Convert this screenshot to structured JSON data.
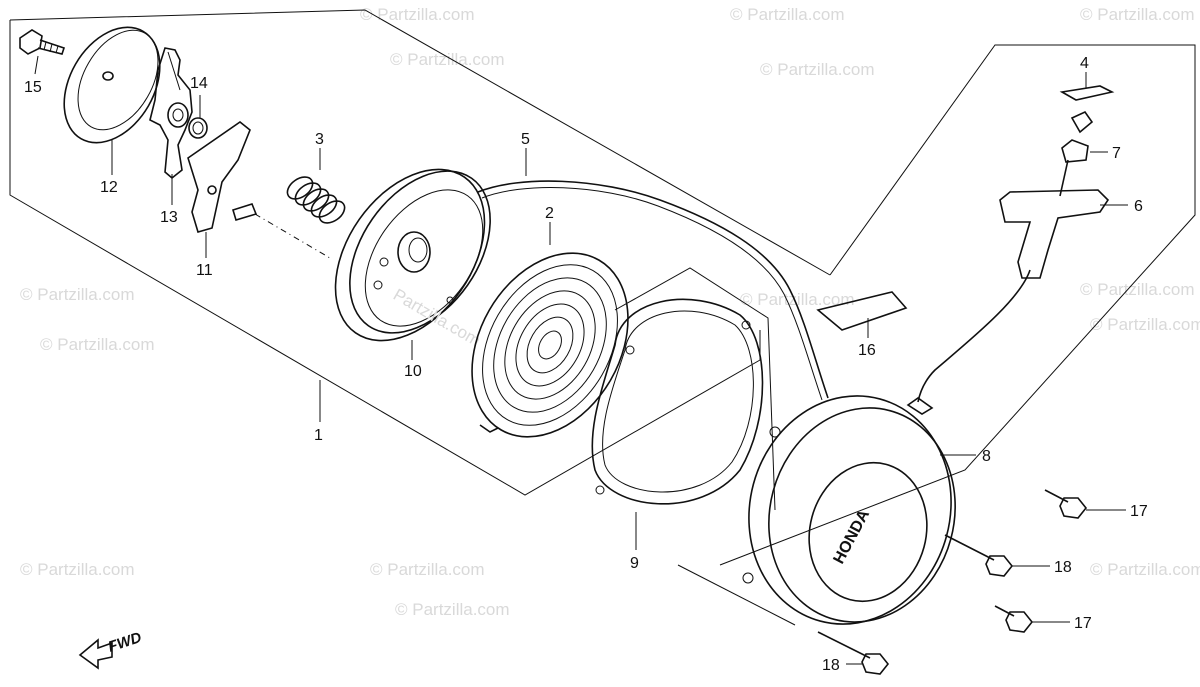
{
  "diagram": {
    "watermark_text": "© Partzilla.com",
    "center_watermark_text": "Partzilla.com",
    "fwd_label": "FWD",
    "cover_logo_text": "HONDA",
    "part_labels": {
      "p1": "1",
      "p2": "2",
      "p3": "3",
      "p4": "4",
      "p5": "5",
      "p6": "6",
      "p7": "7",
      "p8": "8",
      "p9": "9",
      "p10": "10",
      "p11": "11",
      "p12": "12",
      "p13": "13",
      "p14": "14",
      "p15": "15",
      "p16": "16",
      "p17a": "17",
      "p17b": "17",
      "p18a": "18",
      "p18b": "18"
    },
    "colors": {
      "ink": "#111111",
      "watermark": "#d9d9d9",
      "background": "#ffffff"
    }
  }
}
